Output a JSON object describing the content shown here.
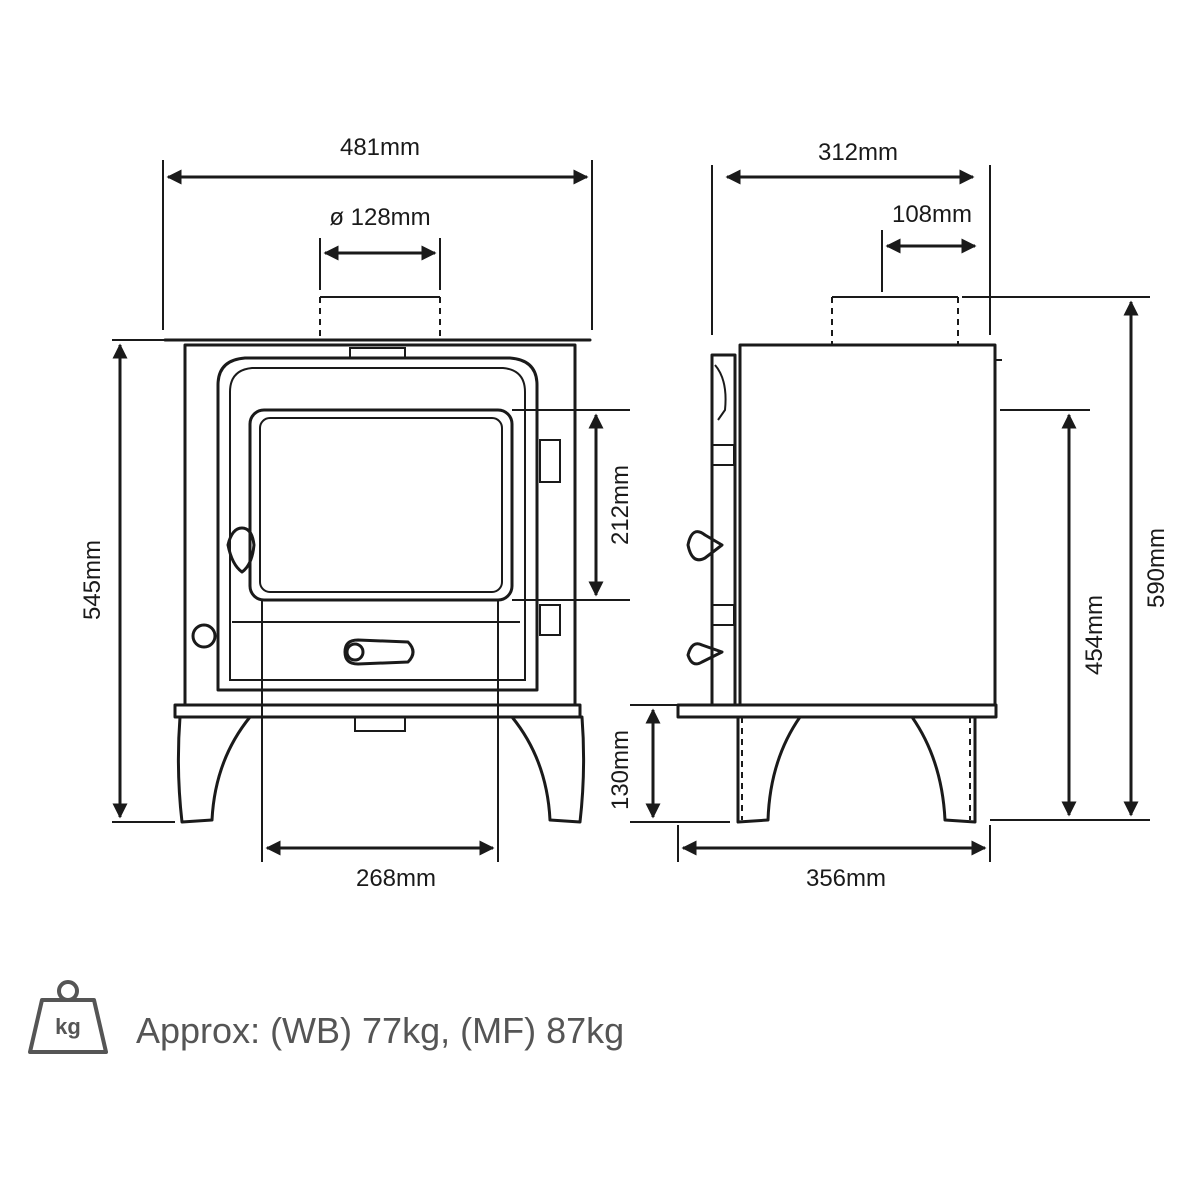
{
  "dimensions": {
    "front_width": "481mm",
    "flue_diameter": "ø 128mm",
    "front_height": "545mm",
    "door_height": "212mm",
    "door_width": "268mm",
    "side_depth": "312mm",
    "flue_offset": "108mm",
    "overall_height": "590mm",
    "body_height": "454mm",
    "leg_height": "130mm",
    "base_depth": "356mm"
  },
  "weight": {
    "icon_label": "kg",
    "text": "Approx: (WB) 77kg, (MF) 87kg"
  },
  "colors": {
    "line": "#1a1a1a",
    "icon": "#555555",
    "background": "#ffffff"
  }
}
